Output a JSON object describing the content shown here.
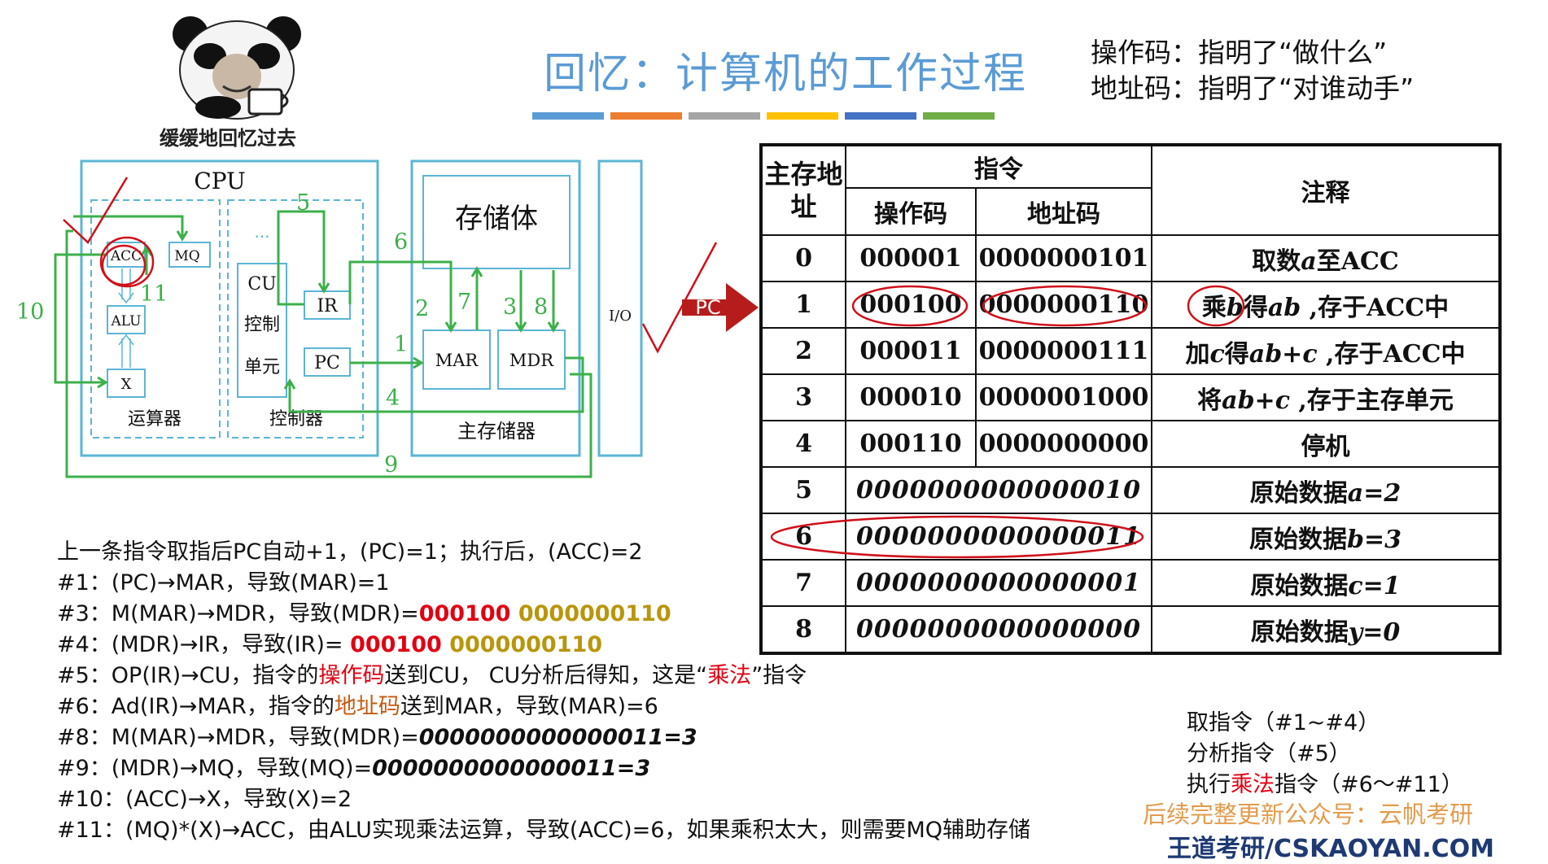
{
  "title": "回忆：计算机的工作过程",
  "color_bars": [
    "#5b9bd5",
    "#ed7d31",
    "#a5a5a5",
    "#ffc000",
    "#4472c4",
    "#70ad47"
  ],
  "notes": [
    "操作码：指明了“做什么”",
    "地址码：指明了“对谁动手”"
  ],
  "meme": {
    "caption": "缓缓地回忆过去"
  },
  "diagram": {
    "cpu": "CPU",
    "acc": "ACC",
    "mq": "MQ",
    "alu": "ALU",
    "x": "X",
    "alu_unit": "运算器",
    "cu": [
      "CU",
      "控制",
      "单元"
    ],
    "ir": "IR",
    "pc": "PC",
    "control_unit": "控制器",
    "storage": "存储体",
    "mar": "MAR",
    "mdr": "MDR",
    "main_memory": "主存储器",
    "io": "I/O",
    "pc_arrow": "PC",
    "step_numbers": [
      "1",
      "2",
      "3",
      "4",
      "5",
      "6",
      "7",
      "8",
      "9",
      "10",
      "11"
    ]
  },
  "table": {
    "headers": {
      "addr": "主存地址",
      "instr": "指令",
      "opcode": "操作码",
      "address": "地址码",
      "comment": "注释"
    },
    "rows": [
      {
        "addr": "0",
        "op": "000001",
        "ad": "0000000101",
        "comment_parts": [
          "取数",
          "a",
          "至ACC"
        ]
      },
      {
        "addr": "1",
        "op": "000100",
        "ad": "0000000110",
        "comment_parts": [
          "乘",
          "b",
          "得",
          "ab",
          " ,存于ACC中"
        ]
      },
      {
        "addr": "2",
        "op": "000011",
        "ad": "0000000111",
        "comment_parts": [
          "加",
          "c",
          "得",
          "ab+c",
          " ,存于ACC中"
        ]
      },
      {
        "addr": "3",
        "op": "000010",
        "ad": "0000001000",
        "comment_parts": [
          "将",
          "ab+c",
          " ,存于主存单元"
        ]
      },
      {
        "addr": "4",
        "op": "000110",
        "ad": "0000000000",
        "comment_parts": [
          "停机"
        ]
      },
      {
        "addr": "5",
        "data": "0000000000000010",
        "comment_parts": [
          "原始数据",
          "a=2"
        ]
      },
      {
        "addr": "6",
        "data": "0000000000000011",
        "comment_parts": [
          "原始数据",
          "b=3"
        ]
      },
      {
        "addr": "7",
        "data": "0000000000000001",
        "comment_parts": [
          "原始数据",
          "c=1"
        ]
      },
      {
        "addr": "8",
        "data": "0000000000000000",
        "comment_parts": [
          "原始数据",
          "y=0"
        ]
      }
    ]
  },
  "steps": {
    "intro": "上一条指令取指后PC自动+1，(PC)=1；执行后，(ACC)=2",
    "s1": "#1：(PC)→MAR，导致(MAR)=1",
    "s3_prefix": "#3：M(MAR)→MDR，导致(MDR)=",
    "s3_op": "000100",
    "s3_ad": " 0000000110",
    "s4_prefix": "#4：(MDR)→IR，导致(IR)= ",
    "s4_op": "000100",
    "s4_ad": " 0000000110",
    "s5_a": "#5：OP(IR)→CU，指令的",
    "s5_b": "操作码",
    "s5_c": "送到CU， CU分析后得知，这是“",
    "s5_d": "乘法",
    "s5_e": "”指令",
    "s6_a": "#6：Ad(IR)→MAR，指令的",
    "s6_b": "地址码",
    "s6_c": "送到MAR，导致(MAR)=6",
    "s8_prefix": "#8：M(MAR)→MDR，导致(MDR)=",
    "s8_val": "0000000000000011=3",
    "s9_prefix": "#9：(MDR)→MQ，导致(MQ)=",
    "s9_val": "0000000000000011=3",
    "s10": "#10：(ACC)→X，导致(X)=2",
    "s11": "#11：(MQ)*(X)→ACC，由ALU实现乘法运算，导致(ACC)=6，如果乘积太大，则需要MQ辅助存储"
  },
  "phases": {
    "fetch": "取指令（#1~#4）",
    "analyze": "分析指令（#5）",
    "exec_a": "执行",
    "exec_b": "乘法",
    "exec_c": "指令（#6～#11）"
  },
  "watermark": {
    "line1": "后续完整更新公众号：云帆考研",
    "line2": "王道考研/CSKAOYAN.COM"
  }
}
